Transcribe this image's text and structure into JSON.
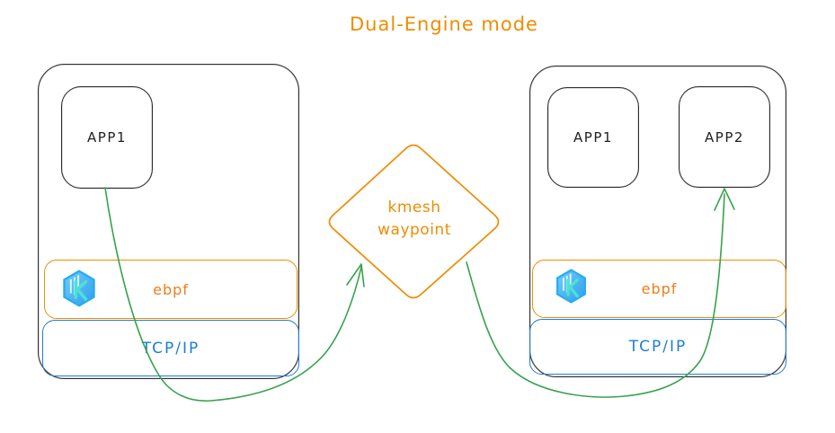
{
  "title": "Dual-Engine mode",
  "colors": {
    "orange": "#f08c00",
    "blue": "#1c7ed6",
    "green": "#37a24e",
    "ink": "#2e2e2e",
    "logo_blue": "#29abf2",
    "logo_teal": "#4fe0d4"
  },
  "waypoint": {
    "line1": "kmesh",
    "line2": "waypoint"
  },
  "nodes": {
    "left": {
      "apps": [
        {
          "label": "APP1"
        }
      ],
      "ebpf_label": "ebpf",
      "tcpip_label": "TCP/IP",
      "icon": "kmesh-logo"
    },
    "right": {
      "apps": [
        {
          "label": "APP1"
        },
        {
          "label": "APP2"
        }
      ],
      "ebpf_label": "ebpf",
      "tcpip_label": "TCP/IP",
      "icon": "kmesh-logo"
    }
  },
  "edges": [
    {
      "from": "left-node-app1",
      "to": "kmesh-waypoint"
    },
    {
      "from": "kmesh-waypoint",
      "to": "right-node-app2"
    }
  ]
}
